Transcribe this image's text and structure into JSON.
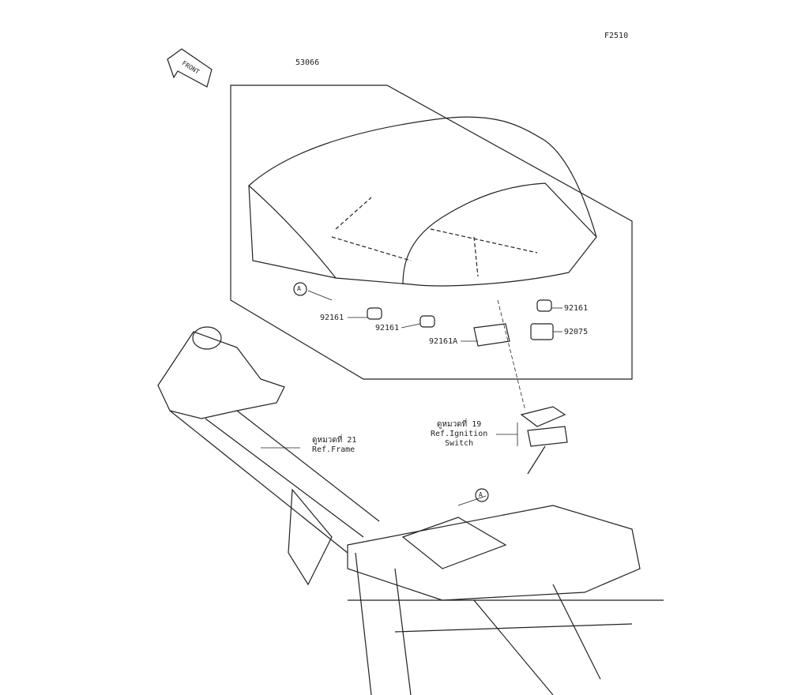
{
  "figure_code": "F2510",
  "front_label": "FRONT",
  "parts": {
    "seat": "53066",
    "p1": "92161",
    "p2": "92161",
    "p3": "92161",
    "p4": "92161A",
    "p5": "92075"
  },
  "callout": "A",
  "refs": {
    "ignition": {
      "thai": "ดูหมวดที่ 19",
      "line1": "Ref.Ignition",
      "line2": "Switch"
    },
    "frame": {
      "thai": "ดูหมวดที่ 21",
      "line1": "Ref.Frame"
    }
  }
}
